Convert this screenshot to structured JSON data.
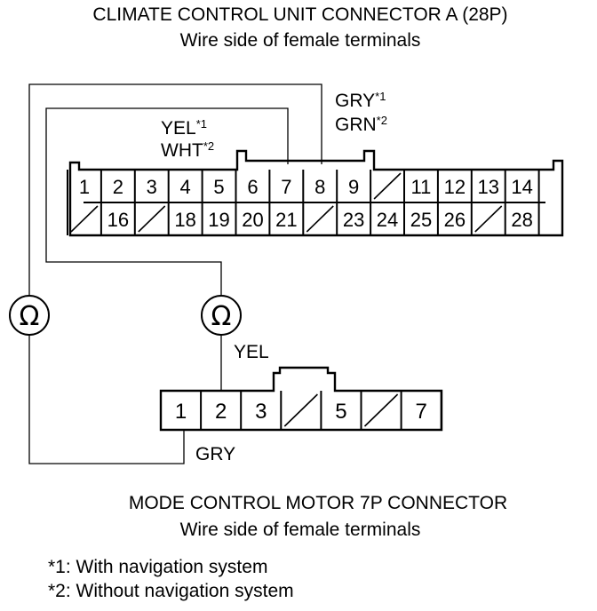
{
  "top_connector": {
    "title": "CLIMATE CONTROL UNIT CONNECTOR A (28P)",
    "subtitle": "Wire side of female terminals",
    "row1_pins": [
      "1",
      "2",
      "3",
      "4",
      "5",
      "6",
      "7",
      "8",
      "9",
      "",
      "11",
      "12",
      "13",
      "14"
    ],
    "row2_pins": [
      "",
      "16",
      "",
      "18",
      "19",
      "20",
      "21",
      "",
      "23",
      "24",
      "25",
      "26",
      "",
      "28"
    ]
  },
  "bottom_connector": {
    "title": "MODE CONTROL MOTOR 7P CONNECTOR",
    "subtitle": "Wire side of female terminals",
    "pins": [
      "1",
      "2",
      "3",
      "",
      "5",
      "",
      "7"
    ]
  },
  "wire_labels": {
    "yel_top": "YEL",
    "yel_top_note": "*1",
    "wht": "WHT",
    "wht_note": "*2",
    "gry_top": "GRY",
    "gry_top_note": "*1",
    "grn": "GRN",
    "grn_note": "*2",
    "yel_bottom": "YEL",
    "gry_bottom": "GRY"
  },
  "meter_symbol": "Ω",
  "footnotes": [
    "*1: With navigation system",
    "*2: Without navigation system"
  ]
}
